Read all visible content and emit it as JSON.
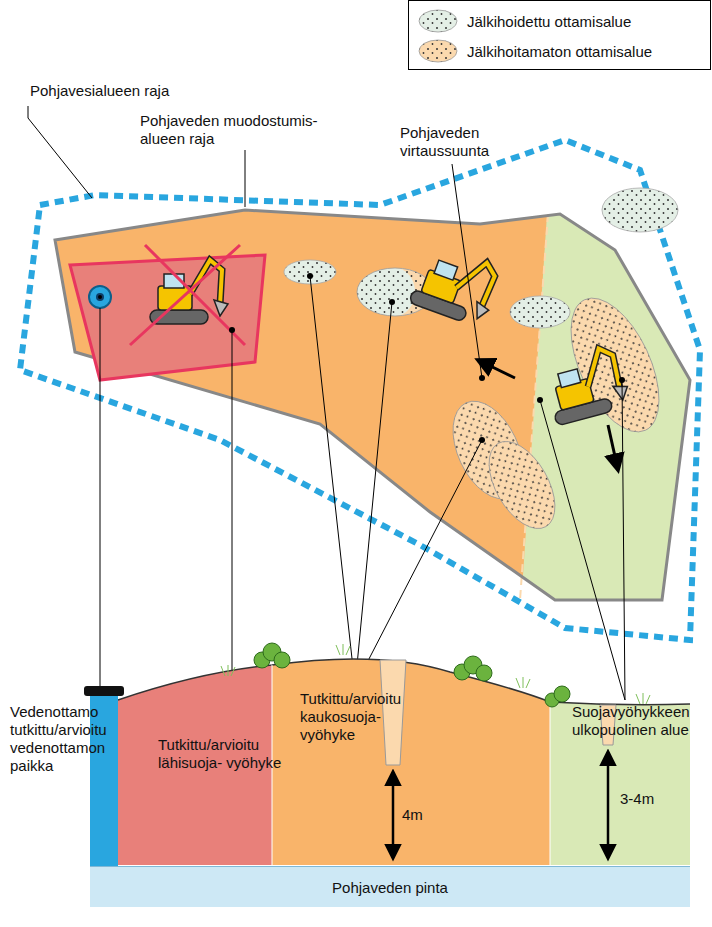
{
  "diagram": {
    "nodes": [
      {
        "text": [
          "Pohjaveden pinta"
        ]
      }
    ],
    "labels": [
      "Pohjavesialueen raja",
      "Pohjaveden muodostumis- alueen raja",
      "Pohjaveden virtaussuunta",
      "Vedenottamo tutkittu/arvioitu vedenottamon paikka",
      "Tutkittu/arvioitu lähisuoja- vyöhyke",
      "Tutkittu/arvioitu kaukosuoja- vyöhyke",
      "Suojavyöhykkeen ulkopuolinen alue",
      "4m",
      "3-4m"
    ],
    "legend": [
      {
        "text": "Jälkihoidettu ottamisalue",
        "color": "#e4efe6"
      },
      {
        "text": "Jälkihoitamaton ottamisalue",
        "color": "#fbd9ae"
      }
    ]
  }
}
